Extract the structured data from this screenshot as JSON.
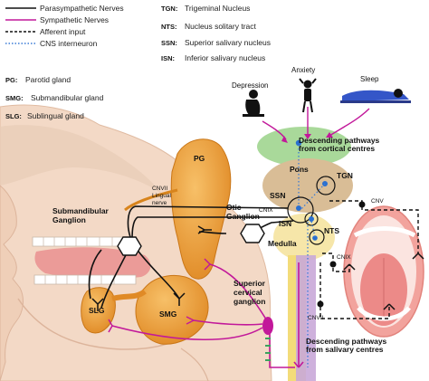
{
  "legend": {
    "lines": [
      {
        "label": "Parasympathetic Nerves",
        "color": "#111111",
        "style": "solid"
      },
      {
        "label": "Sympathetic Nerves",
        "color": "#c2189a",
        "style": "solid"
      },
      {
        "label": "Afferent input",
        "color": "#111111",
        "style": "dashed"
      },
      {
        "label": "CNS interneuron",
        "color": "#3a7bd5",
        "style": "dotted"
      }
    ],
    "abbreviations_right": [
      {
        "abbr": "TGN:",
        "text": "Trigeminal Nucleus"
      },
      {
        "abbr": "NTS:",
        "text": "Nucleus solitary tract"
      },
      {
        "abbr": "SSN:",
        "text": "Superior salivary nucleus"
      },
      {
        "abbr": "ISN:",
        "text": "Inferior salivary nucleus"
      }
    ],
    "abbreviations_left": [
      {
        "abbr": "PG:",
        "text": "Parotid gland"
      },
      {
        "abbr": "SMG:",
        "text": "Submandibular gland"
      },
      {
        "abbr": "SLG:",
        "text": "Sublingual gland"
      }
    ]
  },
  "inputs": {
    "depression": "Depression",
    "anxiety": "Anxiety",
    "sleep": "Sleep"
  },
  "brain": {
    "cortical": "Descending pathways\nfrom cortical centres",
    "pons": "Pons",
    "tgn": "TGN",
    "ssn": "SSN",
    "isn": "ISN",
    "medulla": "Medulla",
    "nts": "NTS",
    "salivary_centres": "Descending pathways\nfrom salivary centres"
  },
  "ganglia": {
    "submandibular": "Submandibular\nGanglion",
    "otic": "Otic\nGanglion",
    "superior_cervical": "Superior\ncervical\nganglion"
  },
  "glands": {
    "pg": "PG",
    "smg": "SMG",
    "slg": "SLG"
  },
  "nerves": {
    "cnvii_lingual": "CNVII\nLingual\nnerve",
    "cnix_otic": "CNIX",
    "cnv": "CNV",
    "cnix_tongue": "CNIX",
    "cnvii_tongue": "CNVII"
  },
  "colors": {
    "face": "#f3d9c6",
    "face_shade": "#e9c2a8",
    "gland": "#f0a640",
    "gland_dark": "#d8841c",
    "pons": "#d9bd96",
    "cortex": "#a9d99a",
    "medulla": "#f6e6a9",
    "spinal_yellow": "#f3dc7a",
    "spinal_purple": "#c9a8d8",
    "sympathetic": "#c2189a",
    "interneuron": "#3a7bd5",
    "mouth": "#f2a39d",
    "sleep_blanket": "#3456c8"
  }
}
